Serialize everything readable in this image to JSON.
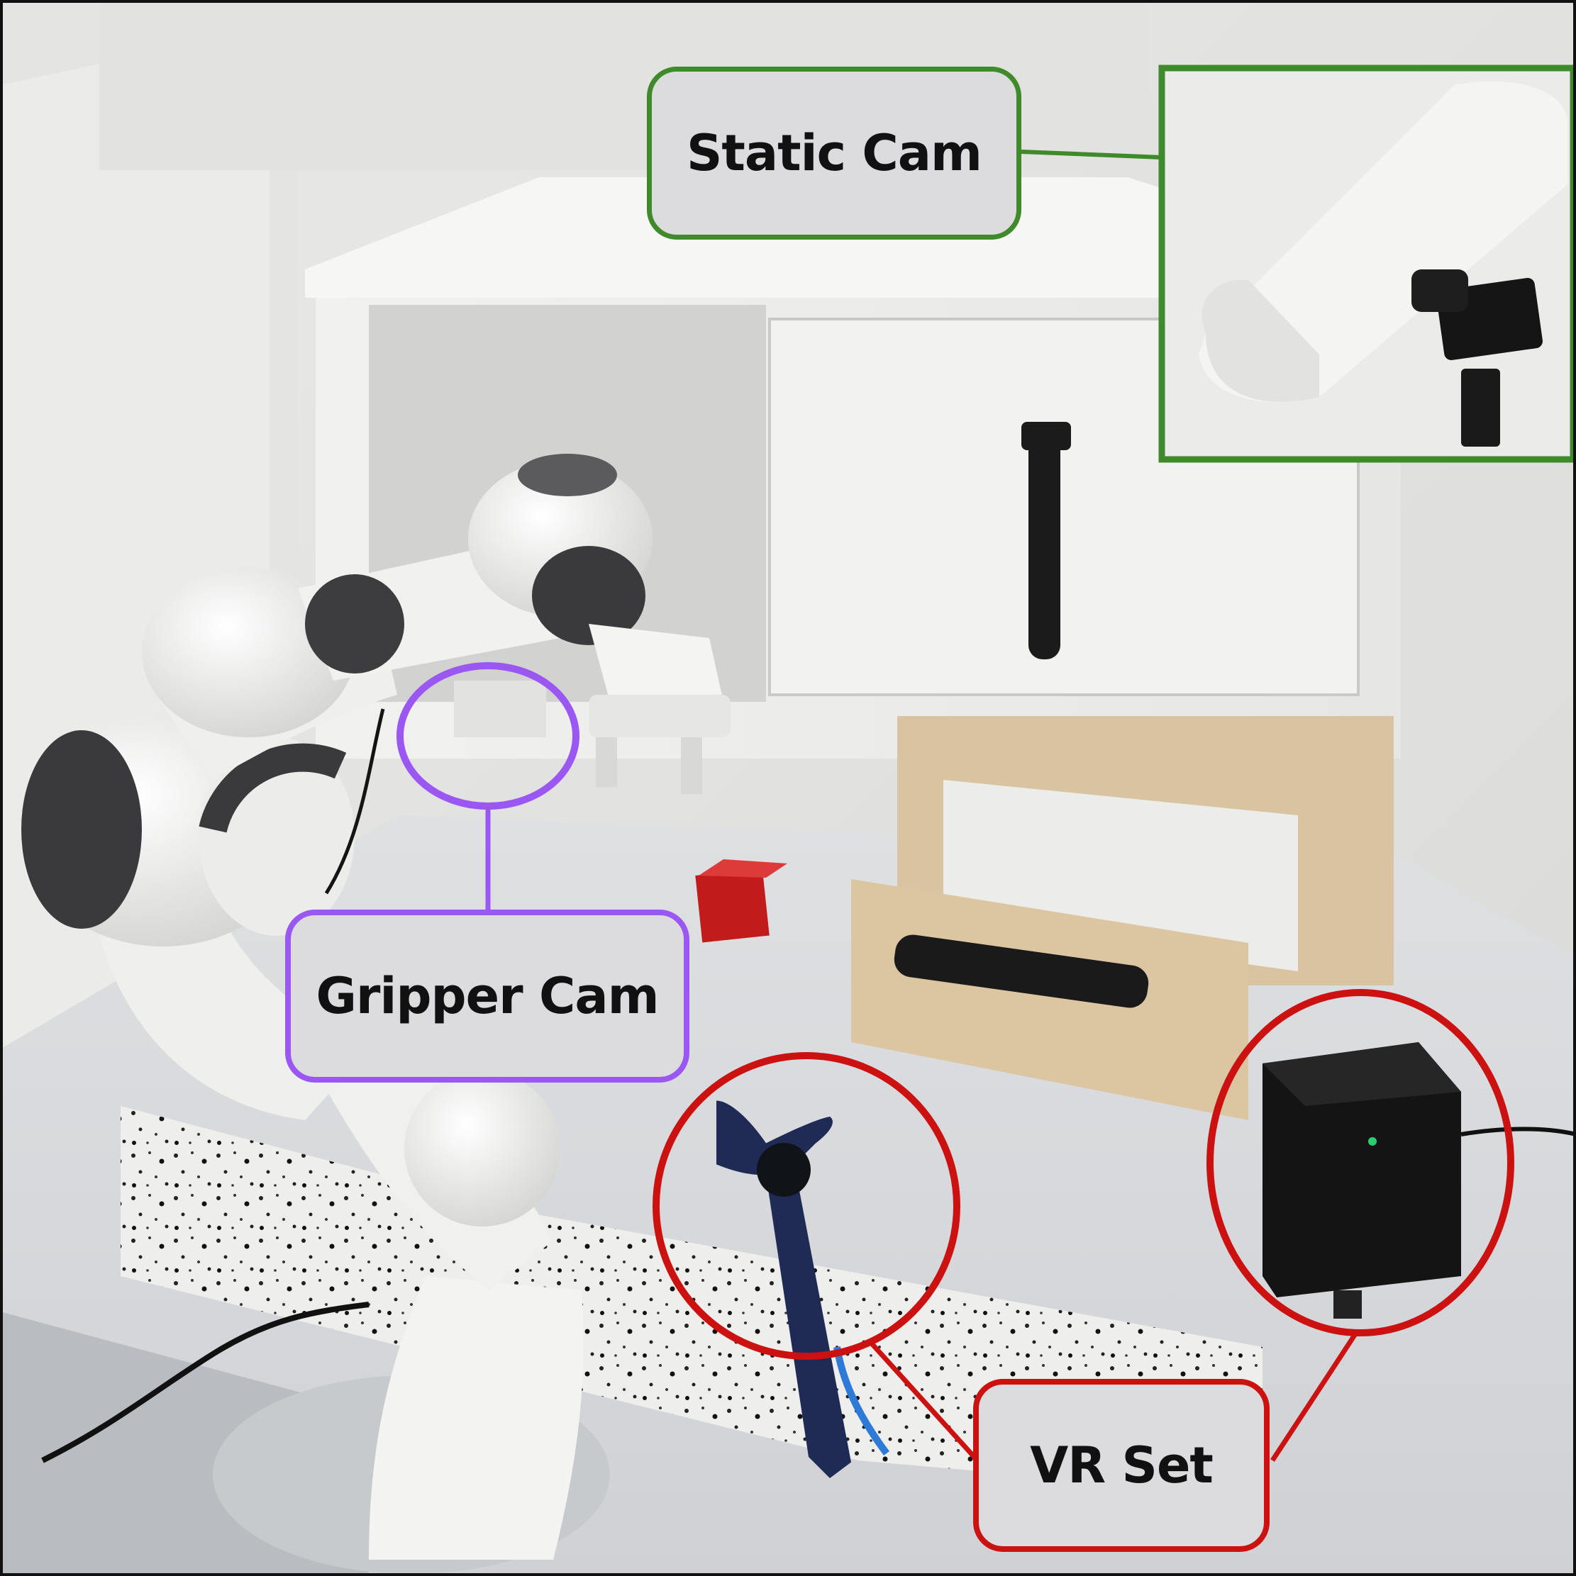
{
  "annotations": {
    "static_cam": {
      "label": "Static Cam",
      "color": "#3f8a2a"
    },
    "gripper_cam": {
      "label": "Gripper Cam",
      "color": "#9a57f2"
    },
    "vr_set": {
      "label": "VR Set",
      "color": "#cc1111"
    }
  }
}
